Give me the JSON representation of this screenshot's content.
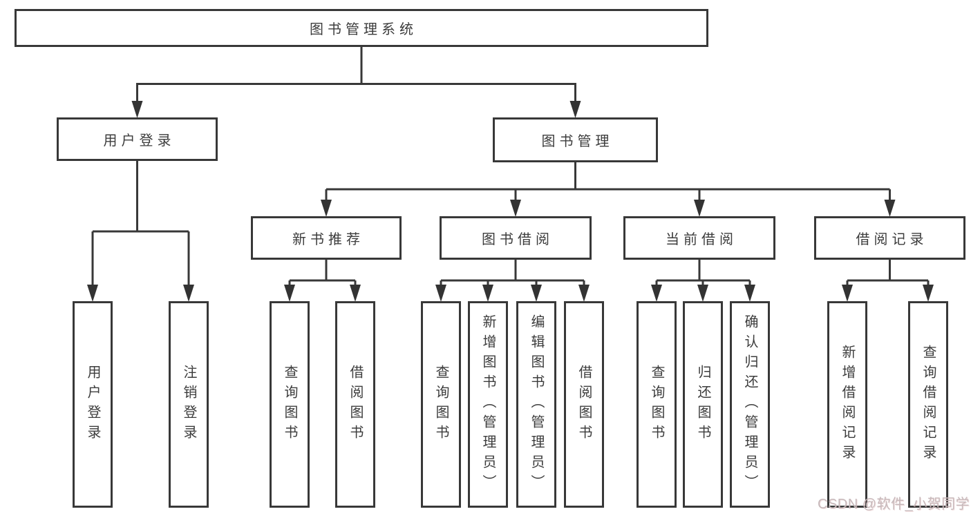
{
  "diagram": {
    "title": "图书管理系统",
    "structure": {
      "root": "图书管理系统",
      "children": [
        {
          "label": "用户登录",
          "children": [
            "用户登录",
            "注销登录"
          ]
        },
        {
          "label": "图书管理",
          "children": [
            {
              "label": "新书推荐",
              "children": [
                "查询图书",
                "借阅图书"
              ]
            },
            {
              "label": "图书借阅",
              "children": [
                "查询图书",
                "新增图书（管理员）",
                "编辑图书（管理员）",
                "借阅图书"
              ]
            },
            {
              "label": "当前借阅",
              "children": [
                "查询图书",
                "归还图书",
                "确认归还（管理员）"
              ]
            },
            {
              "label": "借阅记录",
              "children": [
                "新增借阅记录",
                "查询借阅记录"
              ]
            }
          ]
        }
      ]
    }
  },
  "nodes": {
    "root": {
      "label": "图书管理系统"
    },
    "user_login": {
      "label": "用户登录"
    },
    "book_mgmt": {
      "label": "图书管理"
    },
    "new_book_rec": {
      "label": "新书推荐"
    },
    "book_borrow": {
      "label": "图书借阅"
    },
    "current_borrow": {
      "label": "当前借阅"
    },
    "borrow_records": {
      "label": "借阅记录"
    },
    "user_login_leaf": {
      "label": "用户登录"
    },
    "logout_leaf": {
      "label": "注销登录"
    },
    "nb_query": {
      "label": "查询图书"
    },
    "nb_borrow": {
      "label": "借阅图书"
    },
    "bb_query": {
      "label": "查询图书"
    },
    "bb_add": {
      "label": "新增图书（管理员）"
    },
    "bb_edit": {
      "label": "编辑图书（管理员）"
    },
    "bb_borrow": {
      "label": "借阅图书"
    },
    "cb_query": {
      "label": "查询图书"
    },
    "cb_return": {
      "label": "归还图书"
    },
    "cb_confirm": {
      "label": "确认归还（管理员）"
    },
    "br_add": {
      "label": "新增借阅记录"
    },
    "br_query": {
      "label": "查询借阅记录"
    }
  },
  "watermark": {
    "text": "CSDN @软件_小贺同学"
  },
  "colors": {
    "line": "#383838",
    "text": "#3c3c3c",
    "background": "#ffffff",
    "watermark": "#c7b9bb"
  }
}
